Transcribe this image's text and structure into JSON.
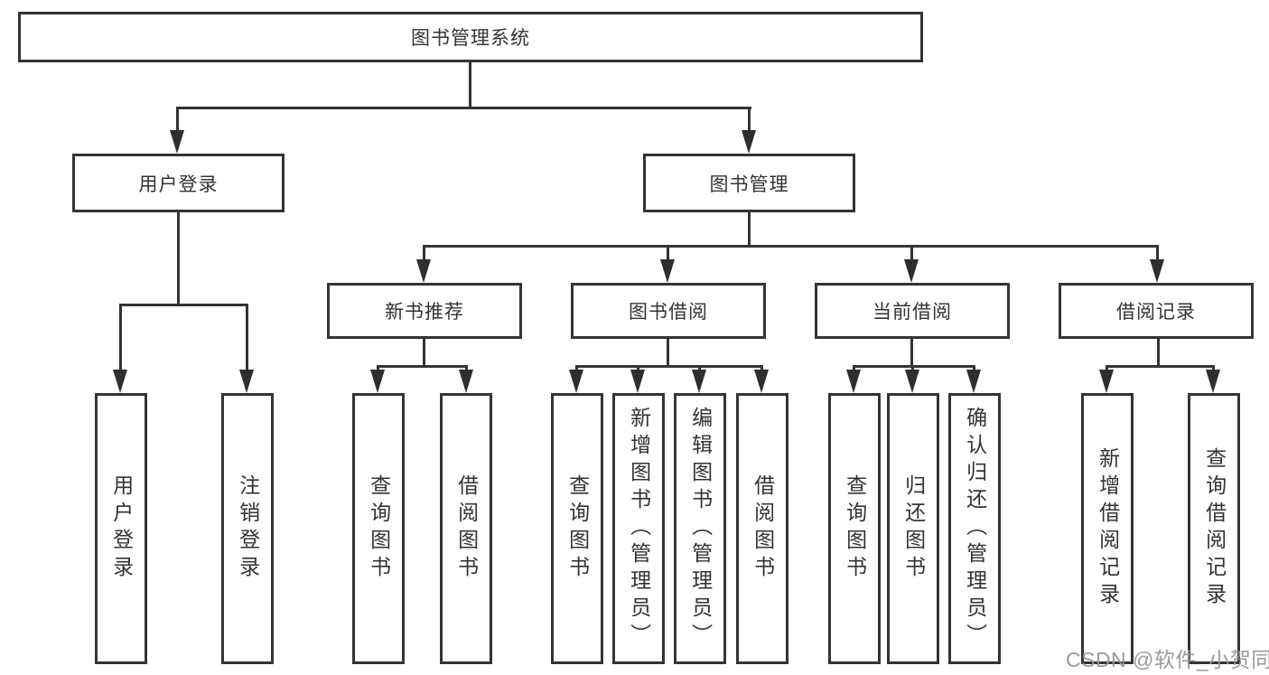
{
  "tree": {
    "label": "图书管理系统",
    "children": [
      {
        "label": "用户登录",
        "children": [
          {
            "label": "用户登录"
          },
          {
            "label": "注销登录"
          }
        ]
      },
      {
        "label": "图书管理",
        "children": [
          {
            "label": "新书推荐",
            "children": [
              {
                "label": "查询图书"
              },
              {
                "label": "借阅图书"
              }
            ]
          },
          {
            "label": "图书借阅",
            "children": [
              {
                "label": "查询图书"
              },
              {
                "label": "新增图书（管理员）"
              },
              {
                "label": "编辑图书（管理员）"
              },
              {
                "label": "借阅图书"
              }
            ]
          },
          {
            "label": "当前借阅",
            "children": [
              {
                "label": "查询图书"
              },
              {
                "label": "归还图书"
              },
              {
                "label": "确认归还（管理员）"
              }
            ]
          },
          {
            "label": "借阅记录",
            "children": [
              {
                "label": "新增借阅记录"
              },
              {
                "label": "查询借阅记录"
              }
            ]
          }
        ]
      }
    ]
  },
  "watermark": {
    "text": "CSDN @软件_小贺同学"
  },
  "colors": {
    "line": "#343434",
    "border": "#343434",
    "text": "#333333",
    "watermark": "#969696"
  }
}
